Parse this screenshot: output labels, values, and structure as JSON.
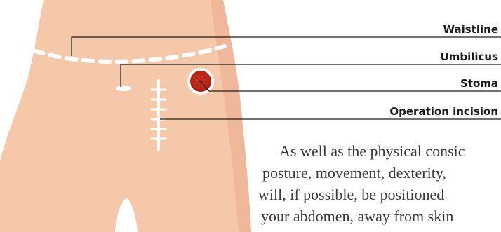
{
  "labels": {
    "waistline": "Waistline",
    "umbilicus": "Umbilicus",
    "stoma": "Stoma",
    "incision": "Operation incision"
  },
  "body_text": [
    "As well as the physical consic",
    "posture, movement, dexterity,",
    "will, if  possible, be positioned",
    "your abdomen, away from skin"
  ],
  "colors": {
    "skin": "#f6c8aa",
    "skin_shadow": "#e9ac8e",
    "stoma": "#c8281a",
    "stoma_ring": "#ffffff",
    "marking": "#ffffff",
    "leader": "#1a1a1a"
  }
}
